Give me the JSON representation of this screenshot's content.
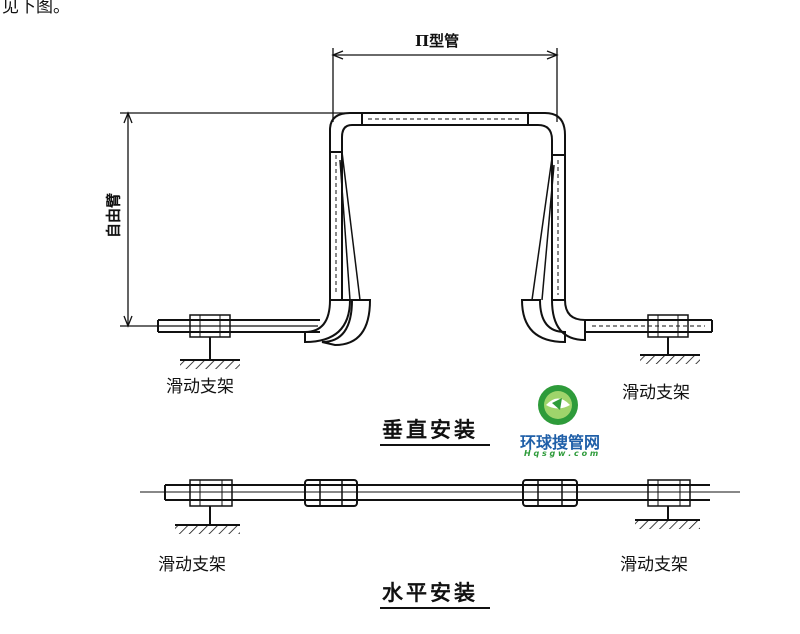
{
  "top_fragment": "见下图。",
  "labels": {
    "u_pipe": "Π型管",
    "free_arm": "自由臂",
    "vertical_caption": "垂直安装",
    "horizontal_caption": "水平安装",
    "sliding_support": "滑动支架"
  },
  "watermark": {
    "name": "环球搜管网",
    "domain": "H q s g w . c o m"
  },
  "colors": {
    "ink": "#111111",
    "logo_green": "#2e9b3a",
    "logo_light": "#9fd46b",
    "logo_blue": "#1f5fa8"
  }
}
